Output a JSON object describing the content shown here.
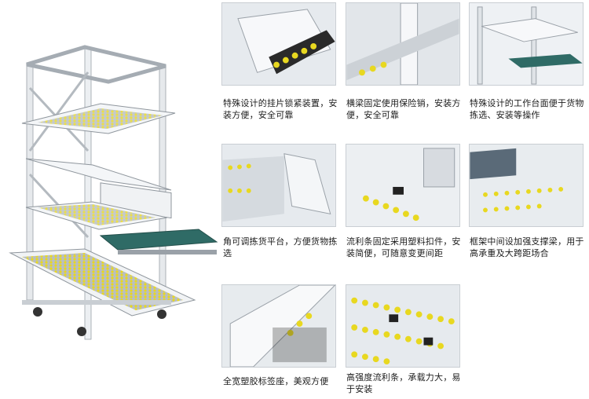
{
  "features": [
    {
      "caption": "特殊设计的挂片锁紧装置，安装方便，安全可靠",
      "image": "hanging-lock-closeup"
    },
    {
      "caption": "横梁固定使用保险销，安装方便，安全可靠",
      "image": "beam-safety-pin-closeup"
    },
    {
      "caption": "特殊设计的工作台面便于货物拣选、安装等操作",
      "image": "work-table-closeup"
    },
    {
      "caption": "角可调拣货平台，方便货物拣选",
      "image": "angle-adjustable-platform-closeup"
    },
    {
      "caption": "流利条固定采用塑料扣件，安装简便，可随意变更间距",
      "image": "roller-track-clip-closeup"
    },
    {
      "caption": "框架中间设加强支撑梁，用于高承重及大跨距场合",
      "image": "reinforcement-beam-closeup"
    },
    {
      "caption": "全宽塑胶标签座，美观方便",
      "image": "label-holder-closeup"
    },
    {
      "caption": "高强度流利条，承载力大，易于安装",
      "image": "roller-track-closeup"
    }
  ],
  "colors": {
    "rack_frame": "#e9ecef",
    "roller_yellow": "#e8d820",
    "table_top": "#2f6b66",
    "border": "#c9ced3"
  }
}
